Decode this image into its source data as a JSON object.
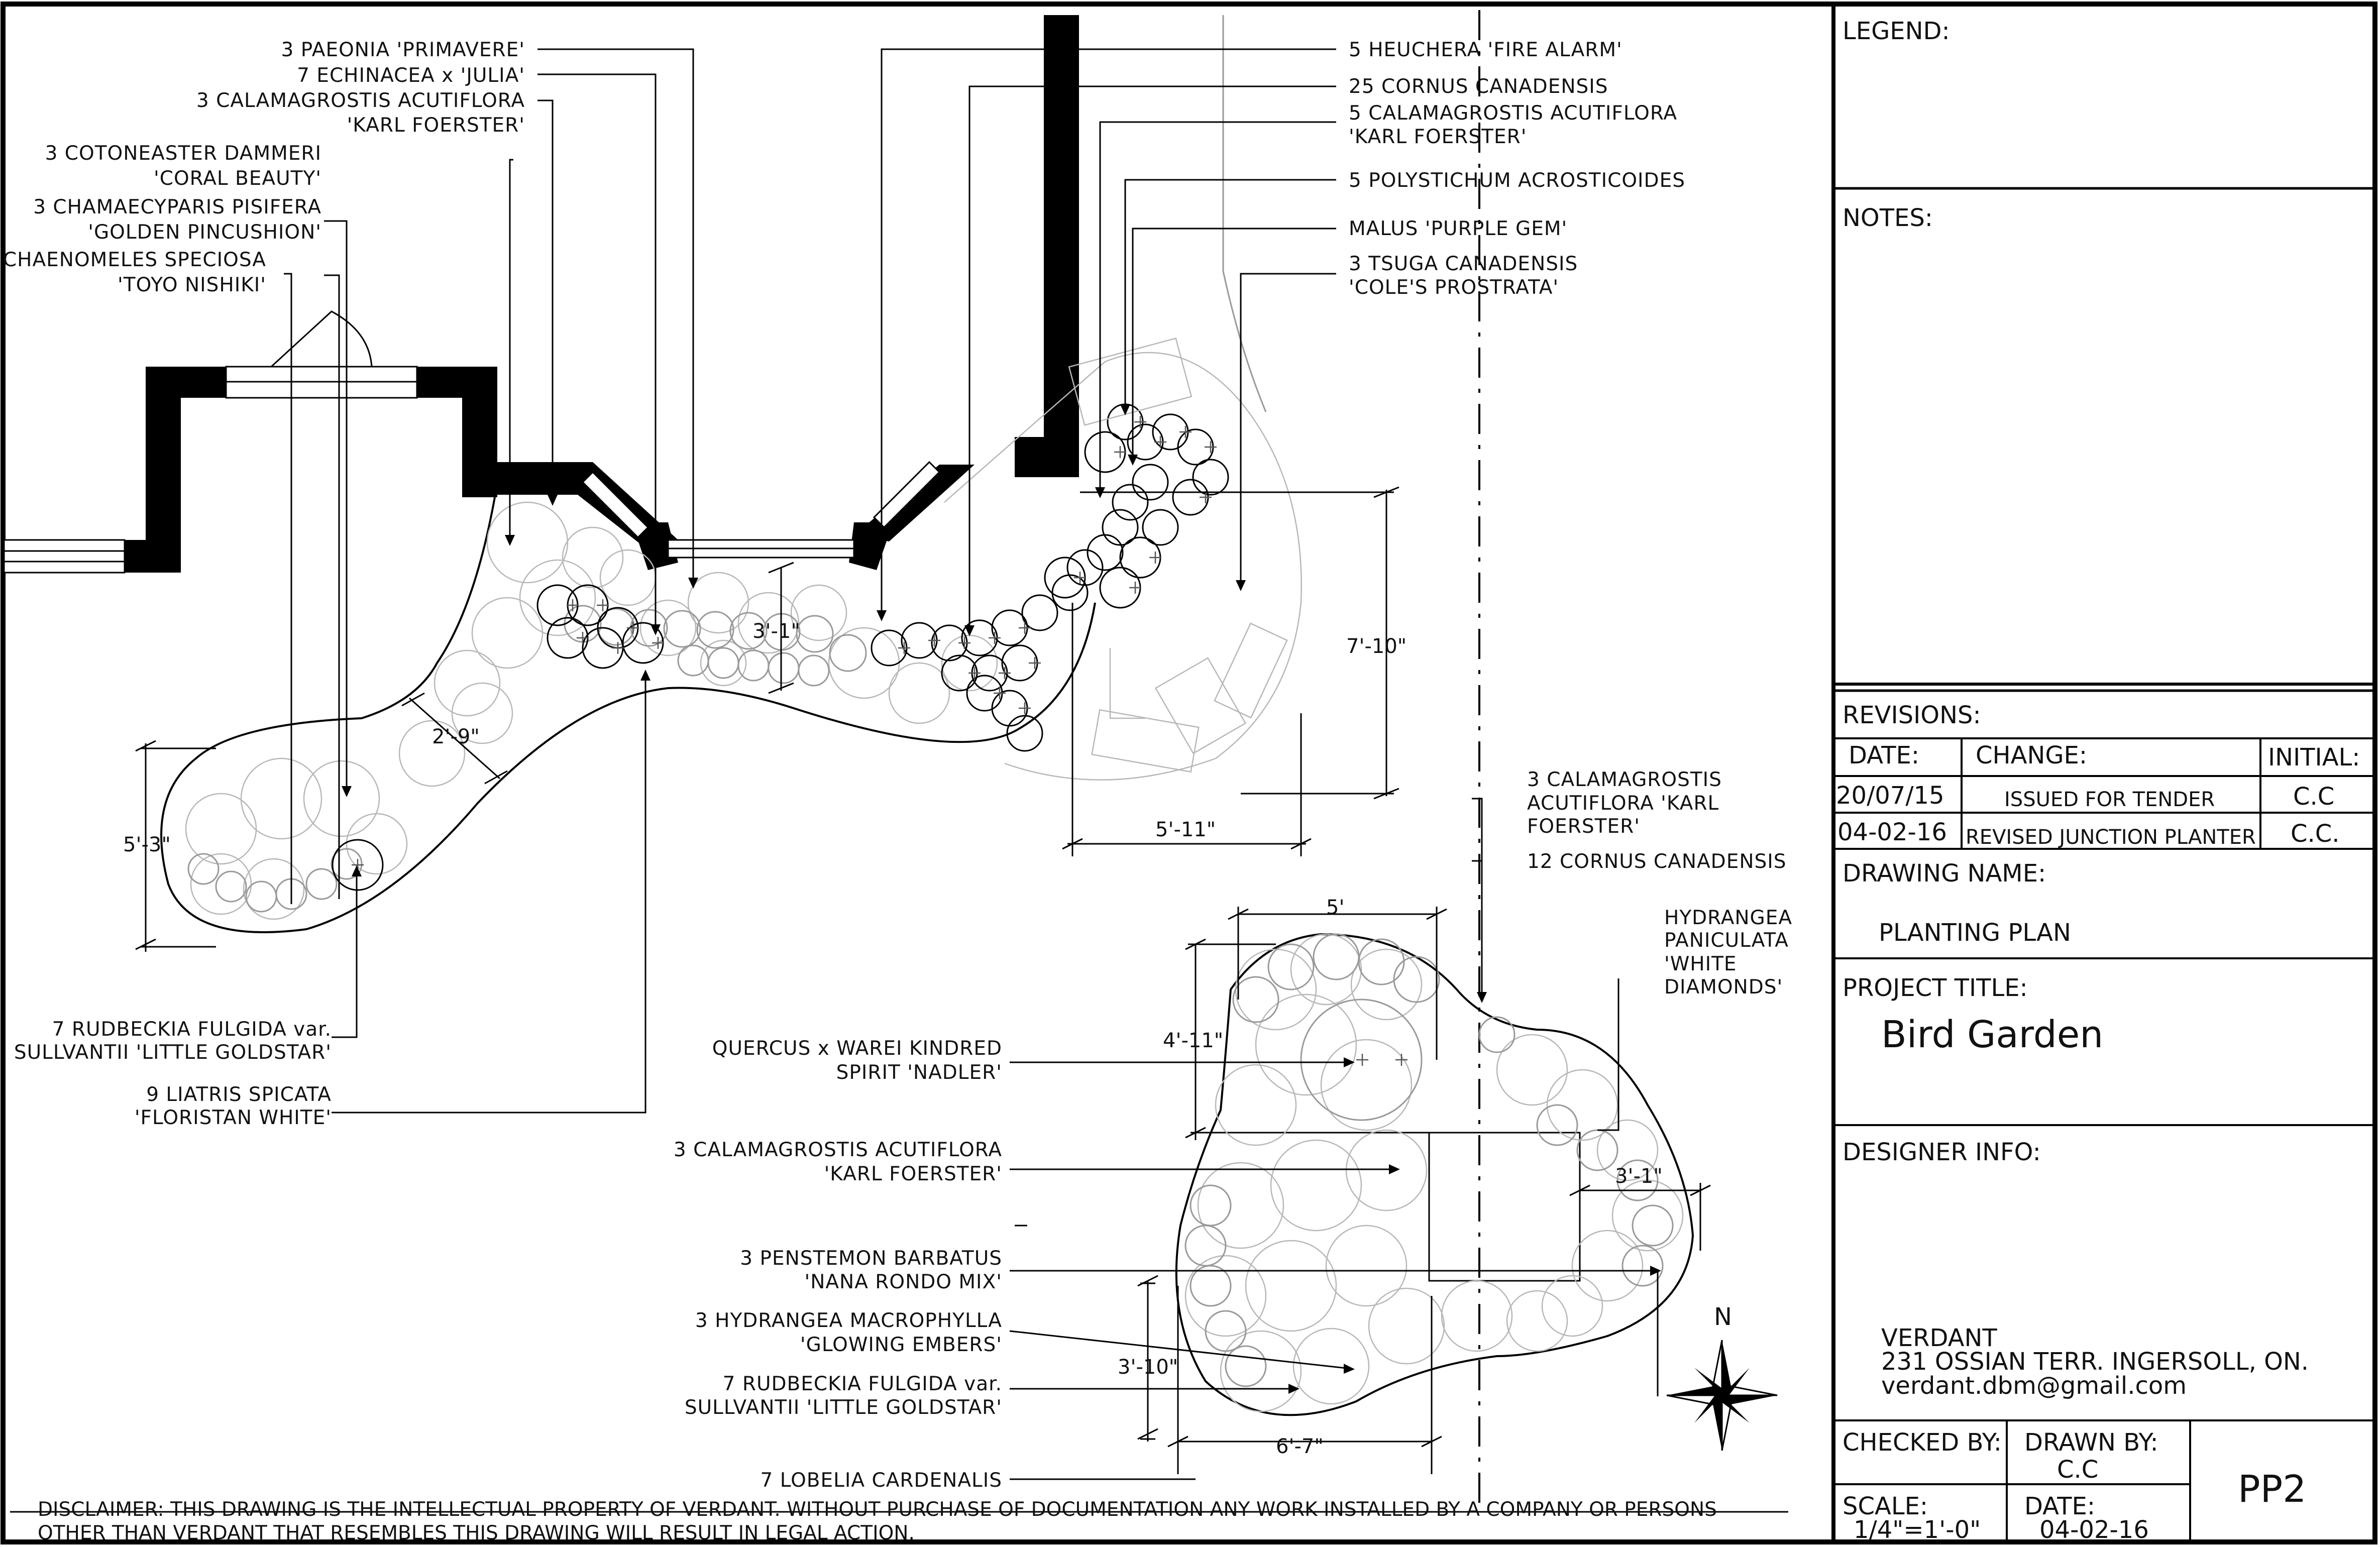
{
  "callouts_left": [
    "3 PAEONIA 'PRIMAVERE'",
    "7 ECHINACEA x 'JULIA'",
    "3 CALAMAGROSTIS ACUTIFLORA",
    "'KARL FOERSTER'",
    "3 COTONEASTER DAMMERI",
    "'CORAL BEAUTY'",
    "3 CHAMAECYPARIS PISIFERA",
    "'GOLDEN PINCUSHION'",
    "CHAENOMELES SPECIOSA",
    "'TOYO NISHIKI'"
  ],
  "callouts_right": [
    "5 HEUCHERA 'FIRE ALARM'",
    "25 CORNUS CANADENSIS",
    "5 CALAMAGROSTIS ACUTIFLORA",
    "'KARL FOERSTER'",
    "5 POLYSTICHUM ACROSTICOIDES",
    "MALUS 'PURPLE GEM'",
    "3 TSUGA CANADENSIS",
    "'COLE'S PROSTRATA'"
  ],
  "callouts_lower_left": [
    "7 RUDBECKIA FULGIDA var.",
    "SULLVANTII 'LITTLE GOLDSTAR'",
    "9 LIATRIS SPICATA",
    "'FLORISTAN WHITE'"
  ],
  "callouts_center": [
    "QUERCUS x WAREI KINDRED",
    "SPIRIT 'NADLER'",
    "3 CALAMAGROSTIS ACUTIFLORA",
    "'KARL FOERSTER'",
    "3 PENSTEMON BARBATUS",
    "'NANA RONDO MIX'",
    "3 HYDRANGEA MACROPHYLLA",
    "'GLOWING EMBERS'",
    "7 RUDBECKIA FULGIDA var.",
    "SULLVANTII 'LITTLE GOLDSTAR'",
    "7 LOBELIA CARDENALIS"
  ],
  "callouts_island": [
    "3 CALAMAGROSTIS",
    "ACUTIFLORA 'KARL",
    "FOERSTER'",
    "12 CORNUS CANADENSIS",
    "HYDRANGEA",
    "PANICULATA",
    "'WHITE",
    "DIAMONDS'"
  ],
  "dimensions": {
    "d1": "3'-1\"",
    "d2": "7'-10\"",
    "d3": "2'-9\"",
    "d4": "5'-3\"",
    "d5": "5'-11\"",
    "d6": "5'",
    "d7": "4'-11\"",
    "d8": "3'-1\"",
    "d9": "3'-10\"",
    "d10": "6'-7\""
  },
  "north_label": "N",
  "disclaimer": [
    "DISCLAIMER: THIS DRAWING IS THE INTELLECTUAL PROPERTY OF VERDANT. WITHOUT PURCHASE OF DOCUMENTATION ANY WORK INSTALLED BY A COMPANY OR PERSONS",
    "OTHER THAN VERDANT THAT RESEMBLES THIS DRAWING WILL RESULT IN LEGAL ACTION."
  ],
  "title_block": {
    "legend": "LEGEND:",
    "notes": "NOTES:",
    "revisions": "REVISIONS:",
    "rev_headers": [
      "DATE:",
      "CHANGE:",
      "INITIAL:"
    ],
    "rev_rows": [
      [
        "20/07/15",
        "ISSUED FOR TENDER",
        "C.C"
      ],
      [
        "04-02-16",
        "REVISED JUNCTION PLANTER",
        "C.C."
      ]
    ],
    "drawing_name_label": "DRAWING NAME:",
    "drawing_name": "PLANTING PLAN",
    "project_title_label": "PROJECT TITLE:",
    "project_title": "Bird Garden",
    "designer_label": "DESIGNER INFO:",
    "designer_lines": [
      "VERDANT",
      "231 OSSIAN TERR. INGERSOLL, ON.",
      "verdant.dbm@gmail.com"
    ],
    "checked_by_label": "CHECKED BY:",
    "drawn_by_label": "DRAWN BY:",
    "drawn_by": "C.C",
    "scale_label": "SCALE:",
    "scale": "1/4\"=1'-0\"",
    "date_label": "DATE:",
    "date": "04-02-16",
    "sheet_no": "PP2"
  }
}
